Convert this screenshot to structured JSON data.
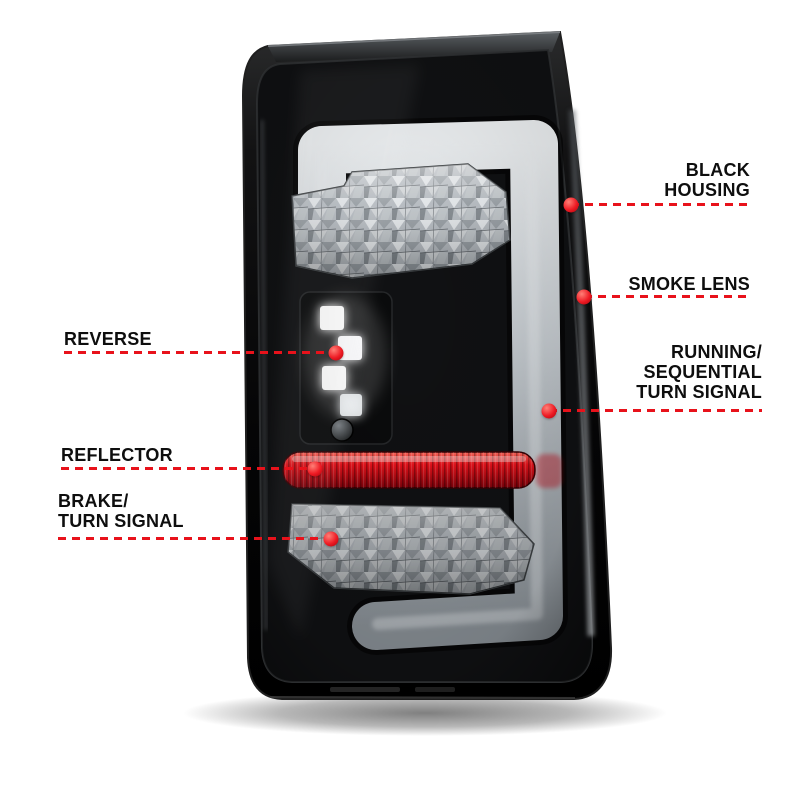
{
  "colors": {
    "accent_red": "#e8121b",
    "label_text": "#0e0e0e",
    "background": "#ffffff"
  },
  "callouts": {
    "black_housing": {
      "lines": [
        "BLACK",
        "HOUSING"
      ]
    },
    "smoke_lens": {
      "lines": [
        "SMOKE LENS"
      ]
    },
    "running_sequential_turn_signal": {
      "lines": [
        "RUNNING/",
        "SEQUENTIAL",
        "TURN SIGNAL"
      ]
    },
    "reverse": {
      "lines": [
        "REVERSE"
      ]
    },
    "reflector": {
      "lines": [
        "REFLECTOR"
      ]
    },
    "brake_turn_signal": {
      "lines": [
        "BRAKE/",
        "TURN SIGNAL"
      ]
    }
  }
}
